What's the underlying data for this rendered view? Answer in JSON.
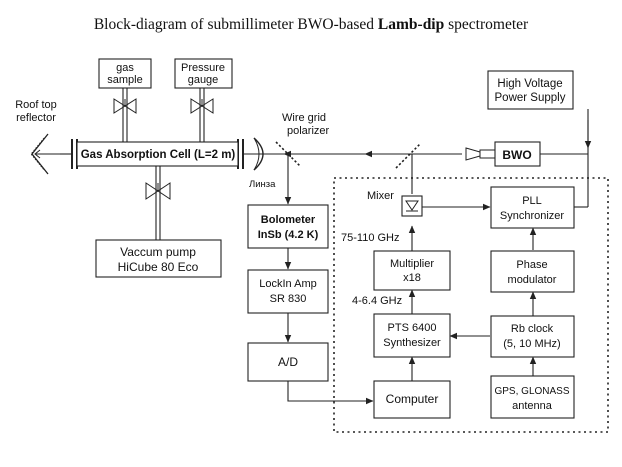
{
  "title": {
    "part1": "Block-diagram of submillimeter  BWO-based  ",
    "part2": "Lamb-dip",
    "part3": " spectrometer"
  },
  "blocks": {
    "gas_sample": [
      "gas",
      "sample"
    ],
    "pressure_gauge": [
      "Pressure",
      "gauge"
    ],
    "gas_cell": "Gas Absorption Cell (L=2 m)",
    "vacuum_pump": [
      "Vaccum pump",
      "HiCube 80 Eco"
    ],
    "hv_supply": [
      "High Voltage",
      "Power Supply"
    ],
    "bwo": "BWO",
    "bolometer": [
      "Bolometer",
      "InSb (4.2 K)"
    ],
    "lockin": [
      "LockIn Amp",
      "SR 830"
    ],
    "ad": "A/D",
    "computer": "Computer",
    "multiplier": [
      "Multiplier",
      "x18"
    ],
    "pts": [
      "PTS 6400",
      "Synthesizer"
    ],
    "pll": [
      "PLL",
      "Synchronizer"
    ],
    "phase_mod": [
      "Phase",
      "modulator"
    ],
    "rb_clock": [
      "Rb clock",
      "(5, 10 MHz)"
    ],
    "gps": [
      "GPS, GLONASS",
      "antenna"
    ]
  },
  "labels": {
    "roof_top": [
      "Roof top",
      "reflector"
    ],
    "wire_grid": [
      "Wire grid",
      "polarizer"
    ],
    "lens": "Линза",
    "mixer": "Mixer",
    "freq_75": "75-110 GHz",
    "freq_4": "4-6.4 GHz"
  }
}
